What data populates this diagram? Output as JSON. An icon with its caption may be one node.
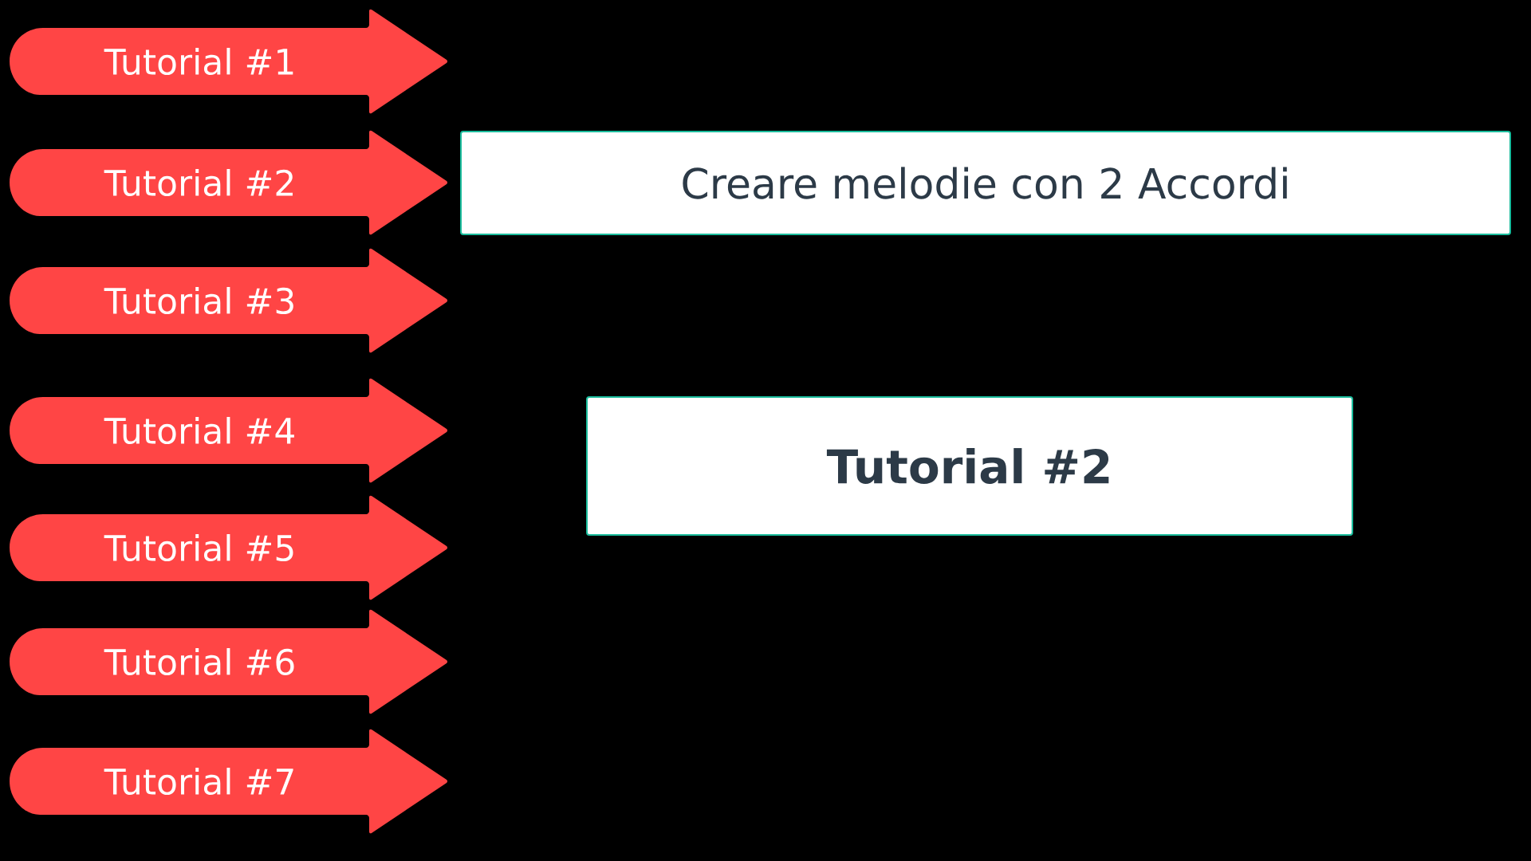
{
  "diagram": {
    "nodes": [
      {
        "text": [
          "Tutorial #1"
        ]
      },
      {
        "text": [
          "Tutorial #2"
        ]
      },
      {
        "text": [
          "Tutorial #3"
        ]
      },
      {
        "text": [
          "Tutorial #4"
        ]
      },
      {
        "text": [
          "Tutorial #5"
        ]
      },
      {
        "text": [
          "Tutorial #6"
        ]
      },
      {
        "text": [
          "Tutorial #7"
        ]
      },
      {
        "text": [
          "Creare melodie con 2 Accordi"
        ]
      },
      {
        "text": [
          "Tutorial #2"
        ]
      }
    ]
  }
}
